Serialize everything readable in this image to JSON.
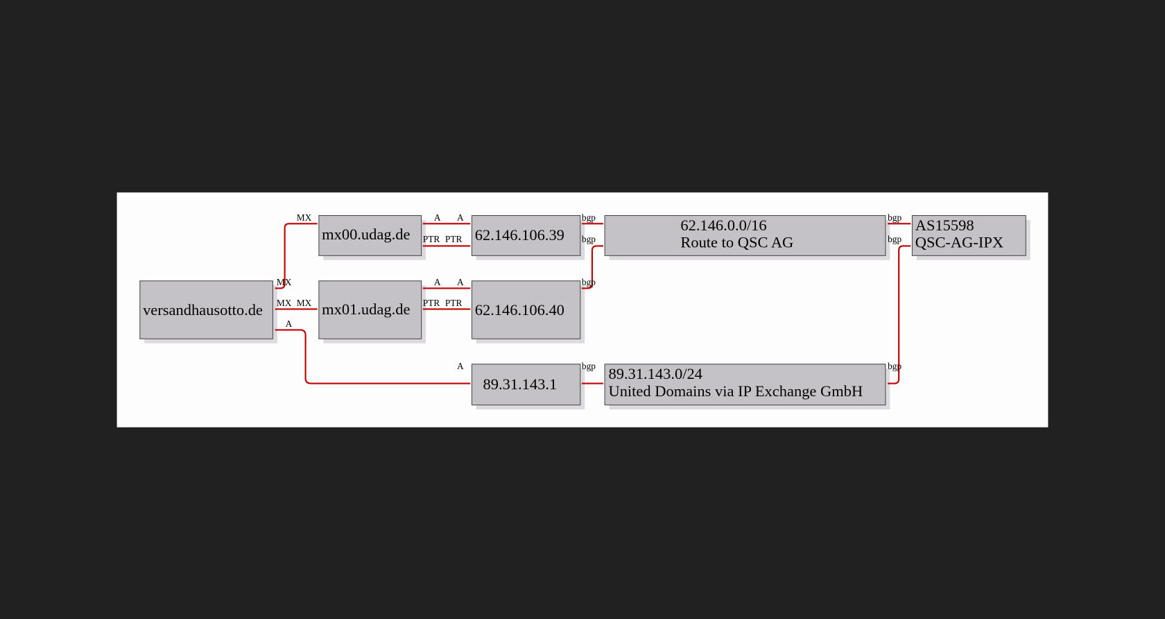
{
  "nodes": {
    "domain": "versandhausotto.de",
    "mx00": "mx00.udag.de",
    "mx01": "mx01.udag.de",
    "ip39": "62.146.106.39",
    "ip40": "62.146.106.40",
    "ip143": "89.31.143.1",
    "route_qsc": {
      "line1": "62.146.0.0/16",
      "line2": "Route to QSC AG"
    },
    "as_qsc": {
      "line1": "AS15598",
      "line2": "QSC-AG-IPX"
    },
    "route_ud": {
      "line1": "89.31.143.0/24",
      "line2": "United Domains via IP Exchange GmbH"
    }
  },
  "edge_labels": {
    "mx": "MX",
    "a": "A",
    "ptr": "PTR",
    "bgp": "bgp"
  },
  "colors": {
    "edge": "#c00000",
    "node_fill": "#c4c2c6",
    "canvas": "#fcfdfc",
    "background": "#212121"
  }
}
